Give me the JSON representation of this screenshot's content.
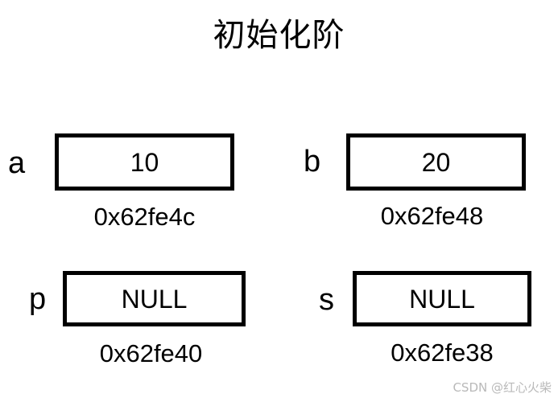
{
  "title": "初始化阶",
  "watermark": "CSDN @红心火柴",
  "colors": {
    "background": "#ffffff",
    "border": "#000000",
    "text": "#000000",
    "watermark": "#b9b9b9"
  },
  "cells": [
    {
      "name": "a",
      "label": "a",
      "value": "10",
      "address": "0x62fe4c"
    },
    {
      "name": "b",
      "label": "b",
      "value": "20",
      "address": "0x62fe48"
    },
    {
      "name": "p",
      "label": "p",
      "value": "NULL",
      "address": "0x62fe40"
    },
    {
      "name": "s",
      "label": "s",
      "value": "NULL",
      "address": "0x62fe38"
    }
  ]
}
